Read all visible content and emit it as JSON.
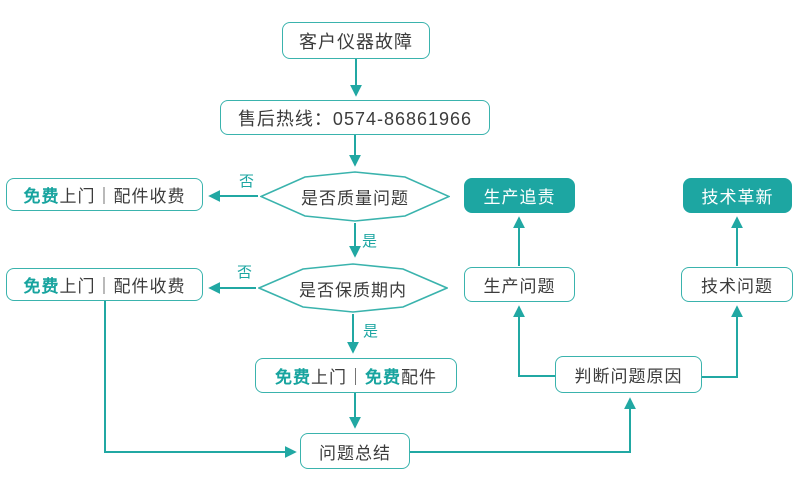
{
  "colors": {
    "teal_fill": "#1da6a2",
    "teal_line": "#21a8a3",
    "teal_border": "#3ab3ad",
    "accent_text": "#18a49f",
    "dark_text": "#3c3c3c"
  },
  "nodes": {
    "fault": {
      "label": "客户仪器故障"
    },
    "hotline": {
      "label": "售后热线：0574-86861966"
    },
    "quality_check": {
      "label": "是否质量问题"
    },
    "warranty_check": {
      "label": "是否保质期内"
    },
    "free_visit_1": {
      "accent": "免费",
      "rest": "上门｜配件收费"
    },
    "free_visit_2": {
      "accent": "免费",
      "rest": "上门｜配件收费"
    },
    "free_all": {
      "accent1": "免费",
      "mid": "上门｜",
      "accent2": "免费",
      "tail": "配件"
    },
    "summary": {
      "label": "问题总结"
    },
    "judge": {
      "label": "判断问题原因"
    },
    "production_problem": {
      "label": "生产问题"
    },
    "production_accountability": {
      "label": "生产追责"
    },
    "tech_problem": {
      "label": "技术问题"
    },
    "tech_innovation": {
      "label": "技术革新"
    }
  },
  "edge_labels": {
    "quality_no": "否",
    "quality_yes": "是",
    "warranty_no": "否",
    "warranty_yes": "是"
  }
}
